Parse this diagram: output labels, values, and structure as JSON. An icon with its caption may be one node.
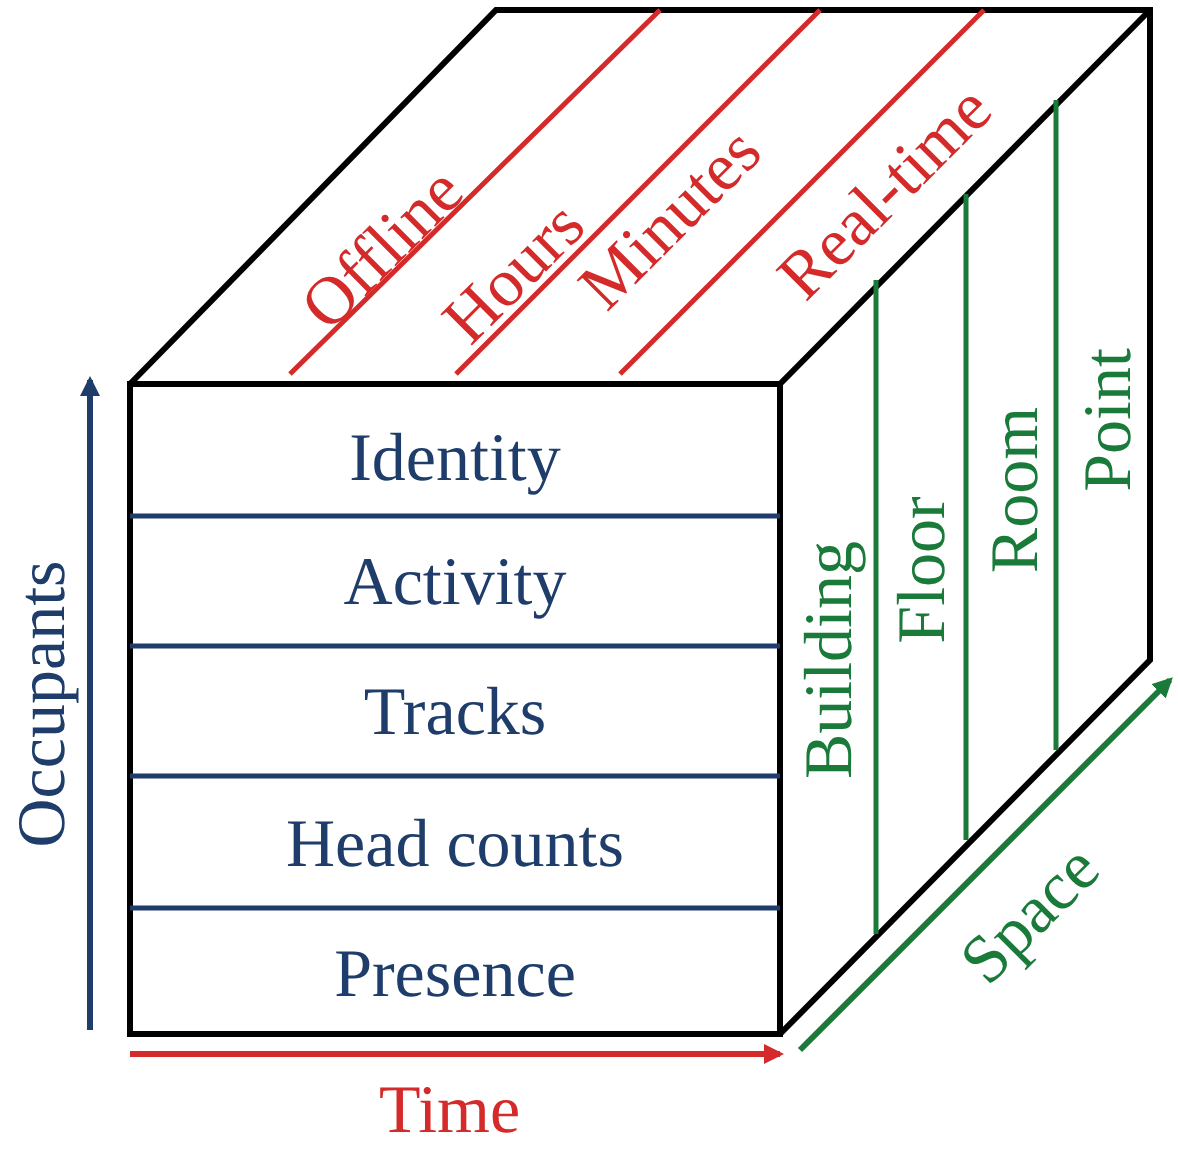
{
  "diagram": {
    "nodes": [
      {
        "text": [
          "Identity"
        ]
      },
      {
        "text": [
          "Activity"
        ]
      },
      {
        "text": [
          "Tracks"
        ]
      },
      {
        "text": [
          "Head counts"
        ]
      },
      {
        "text": [
          "Presence"
        ]
      }
    ],
    "labels": [
      "Offline",
      "Hours",
      "Minutes",
      "Real-time",
      "Building",
      "Floor",
      "Room",
      "Point",
      "Occupants",
      "Time",
      "Space"
    ]
  }
}
